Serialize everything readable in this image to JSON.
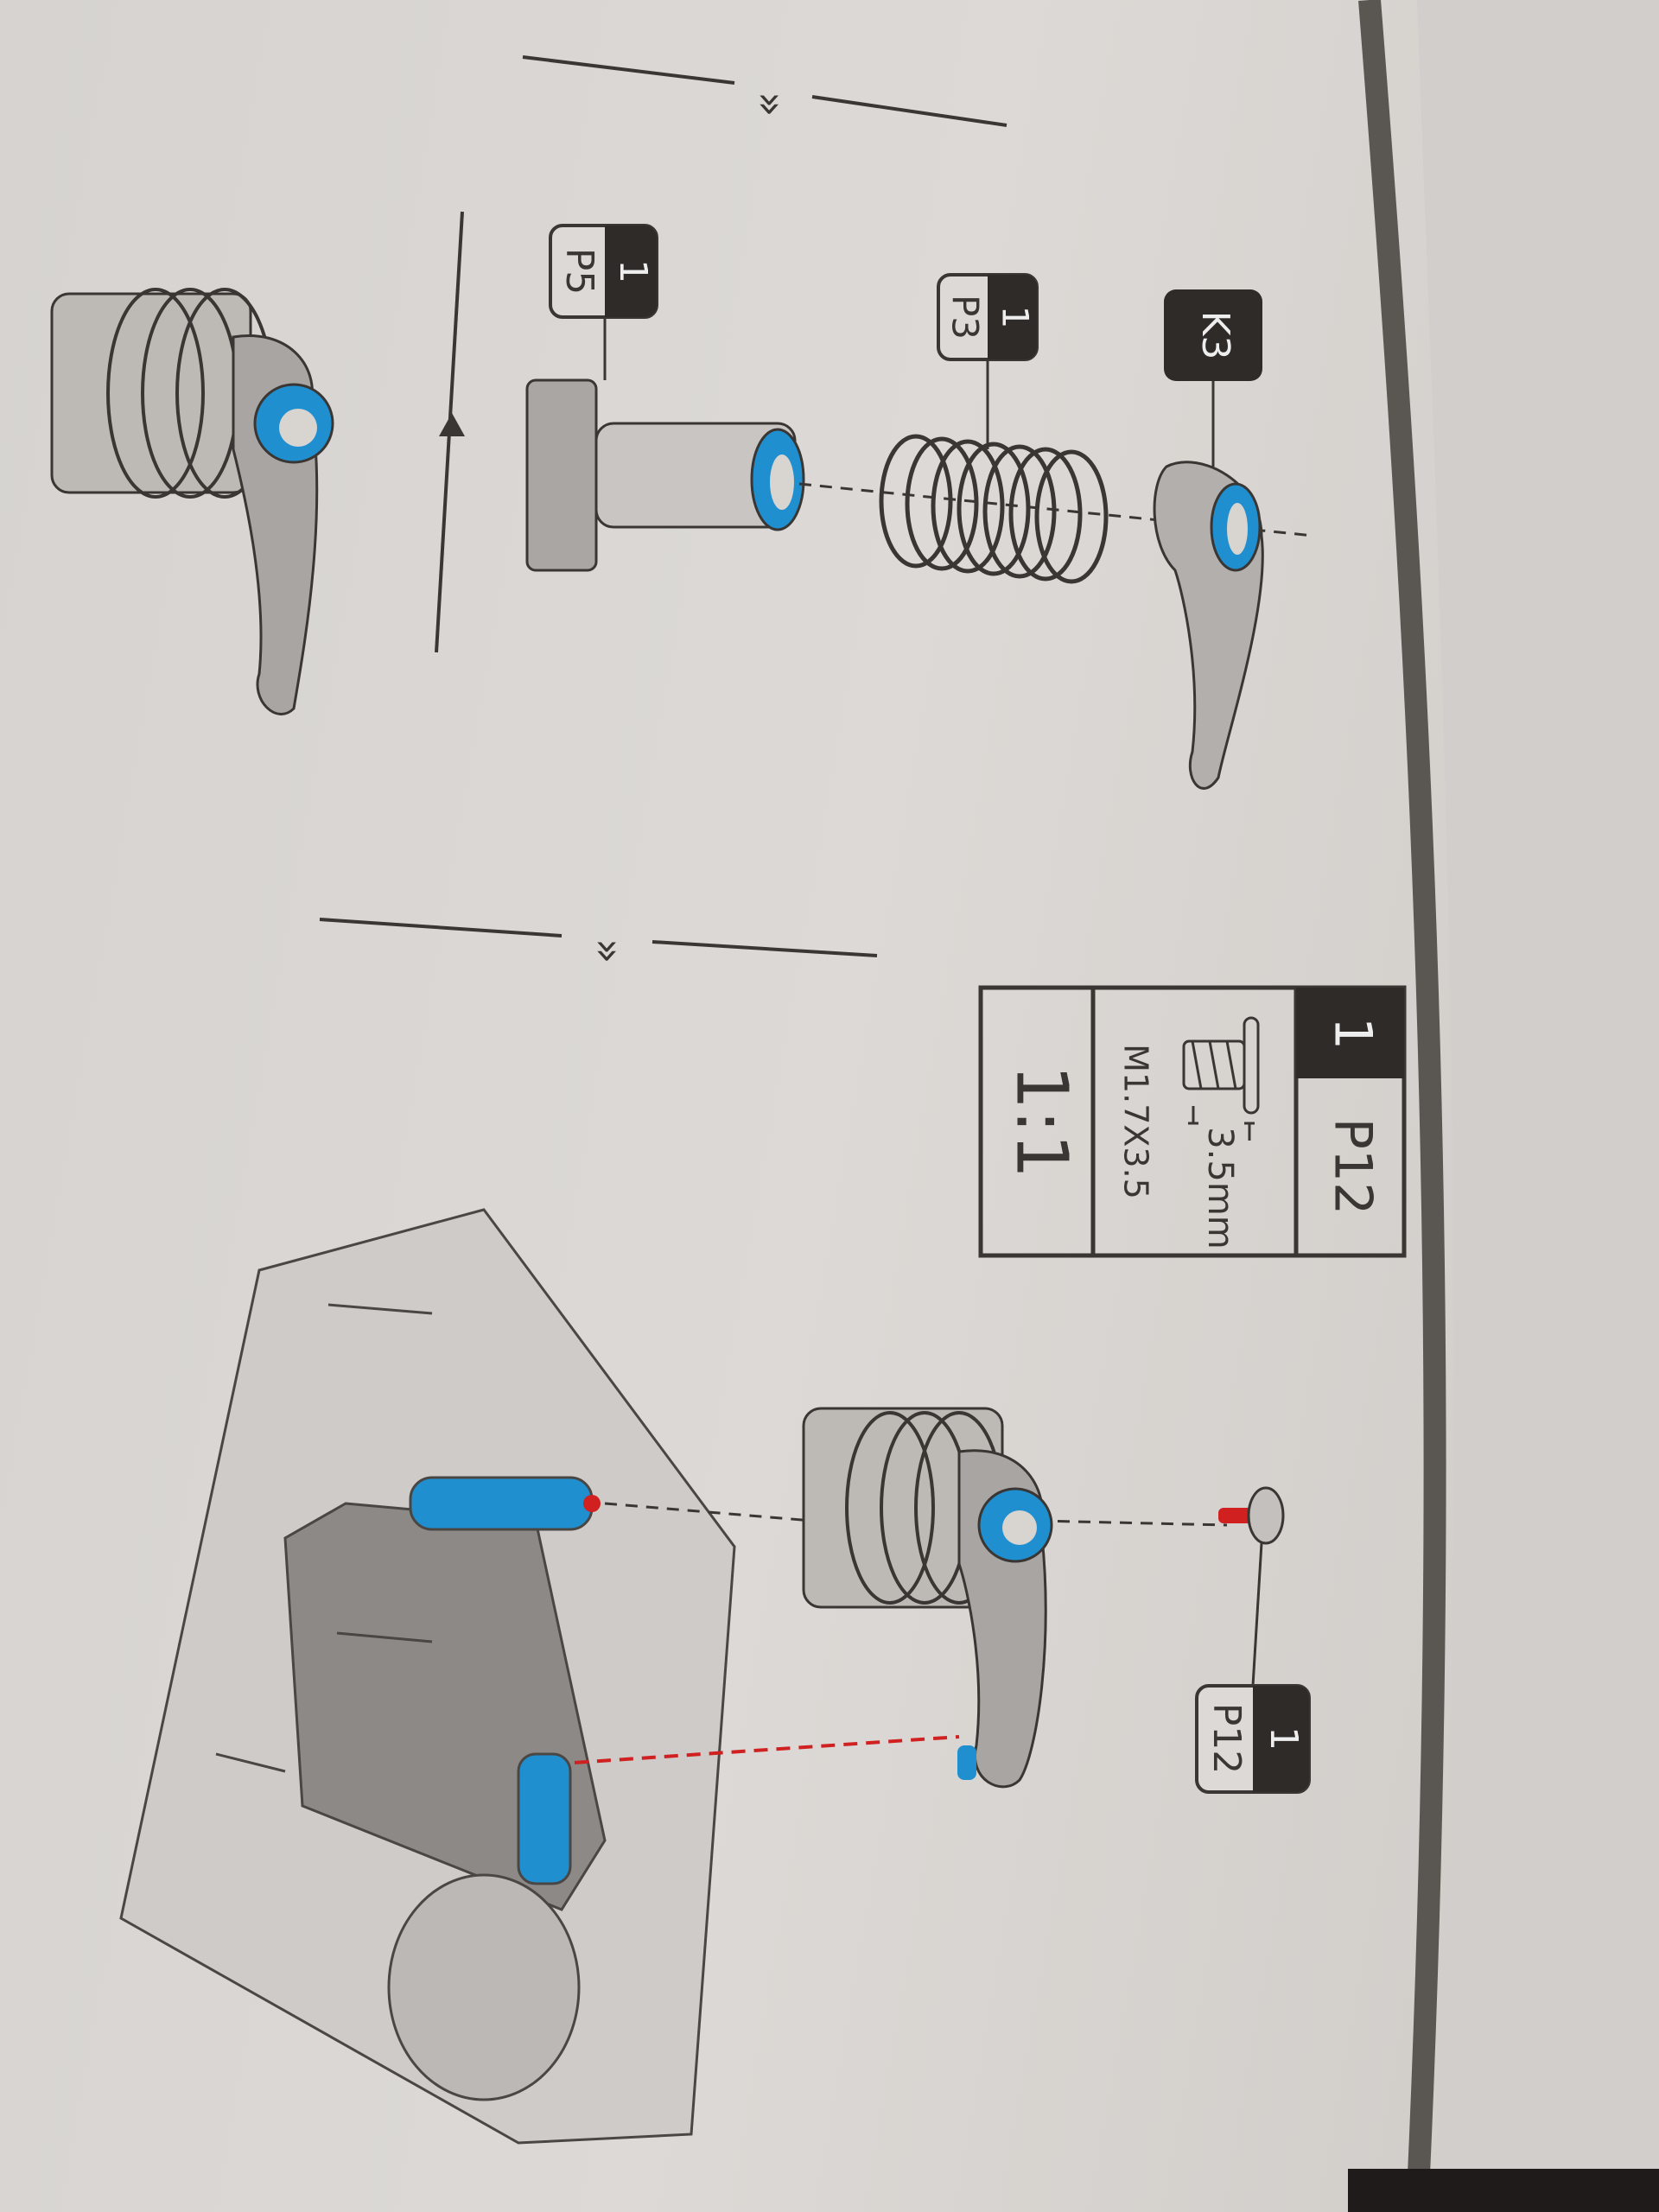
{
  "callouts": {
    "p5": {
      "qty": "1",
      "part": "P5"
    },
    "p3": {
      "qty": "1",
      "part": "P3"
    },
    "k3": {
      "part": "K3"
    },
    "p12": {
      "qty": "1",
      "part": "P12"
    }
  },
  "parts_box": {
    "qty": "1",
    "part": "P12",
    "length": "3.5mm",
    "spec": "M1.7X3.5",
    "scale": "1:1"
  },
  "colors": {
    "paper": "#d8d4d0",
    "ink": "#3a3633",
    "highlight_blue": "#1f8fd0",
    "guide_red": "#d02020"
  }
}
